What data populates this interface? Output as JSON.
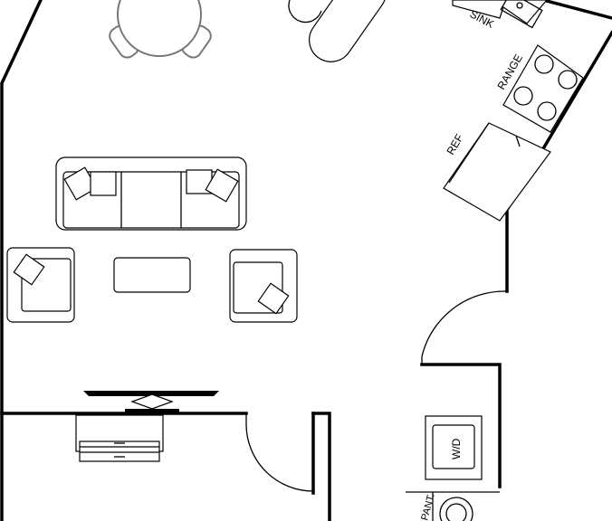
{
  "labels": {
    "sink": "SINK",
    "range": "RANGE",
    "ref": "REF",
    "washer_dryer": "W/D",
    "pantry": "PANT."
  }
}
